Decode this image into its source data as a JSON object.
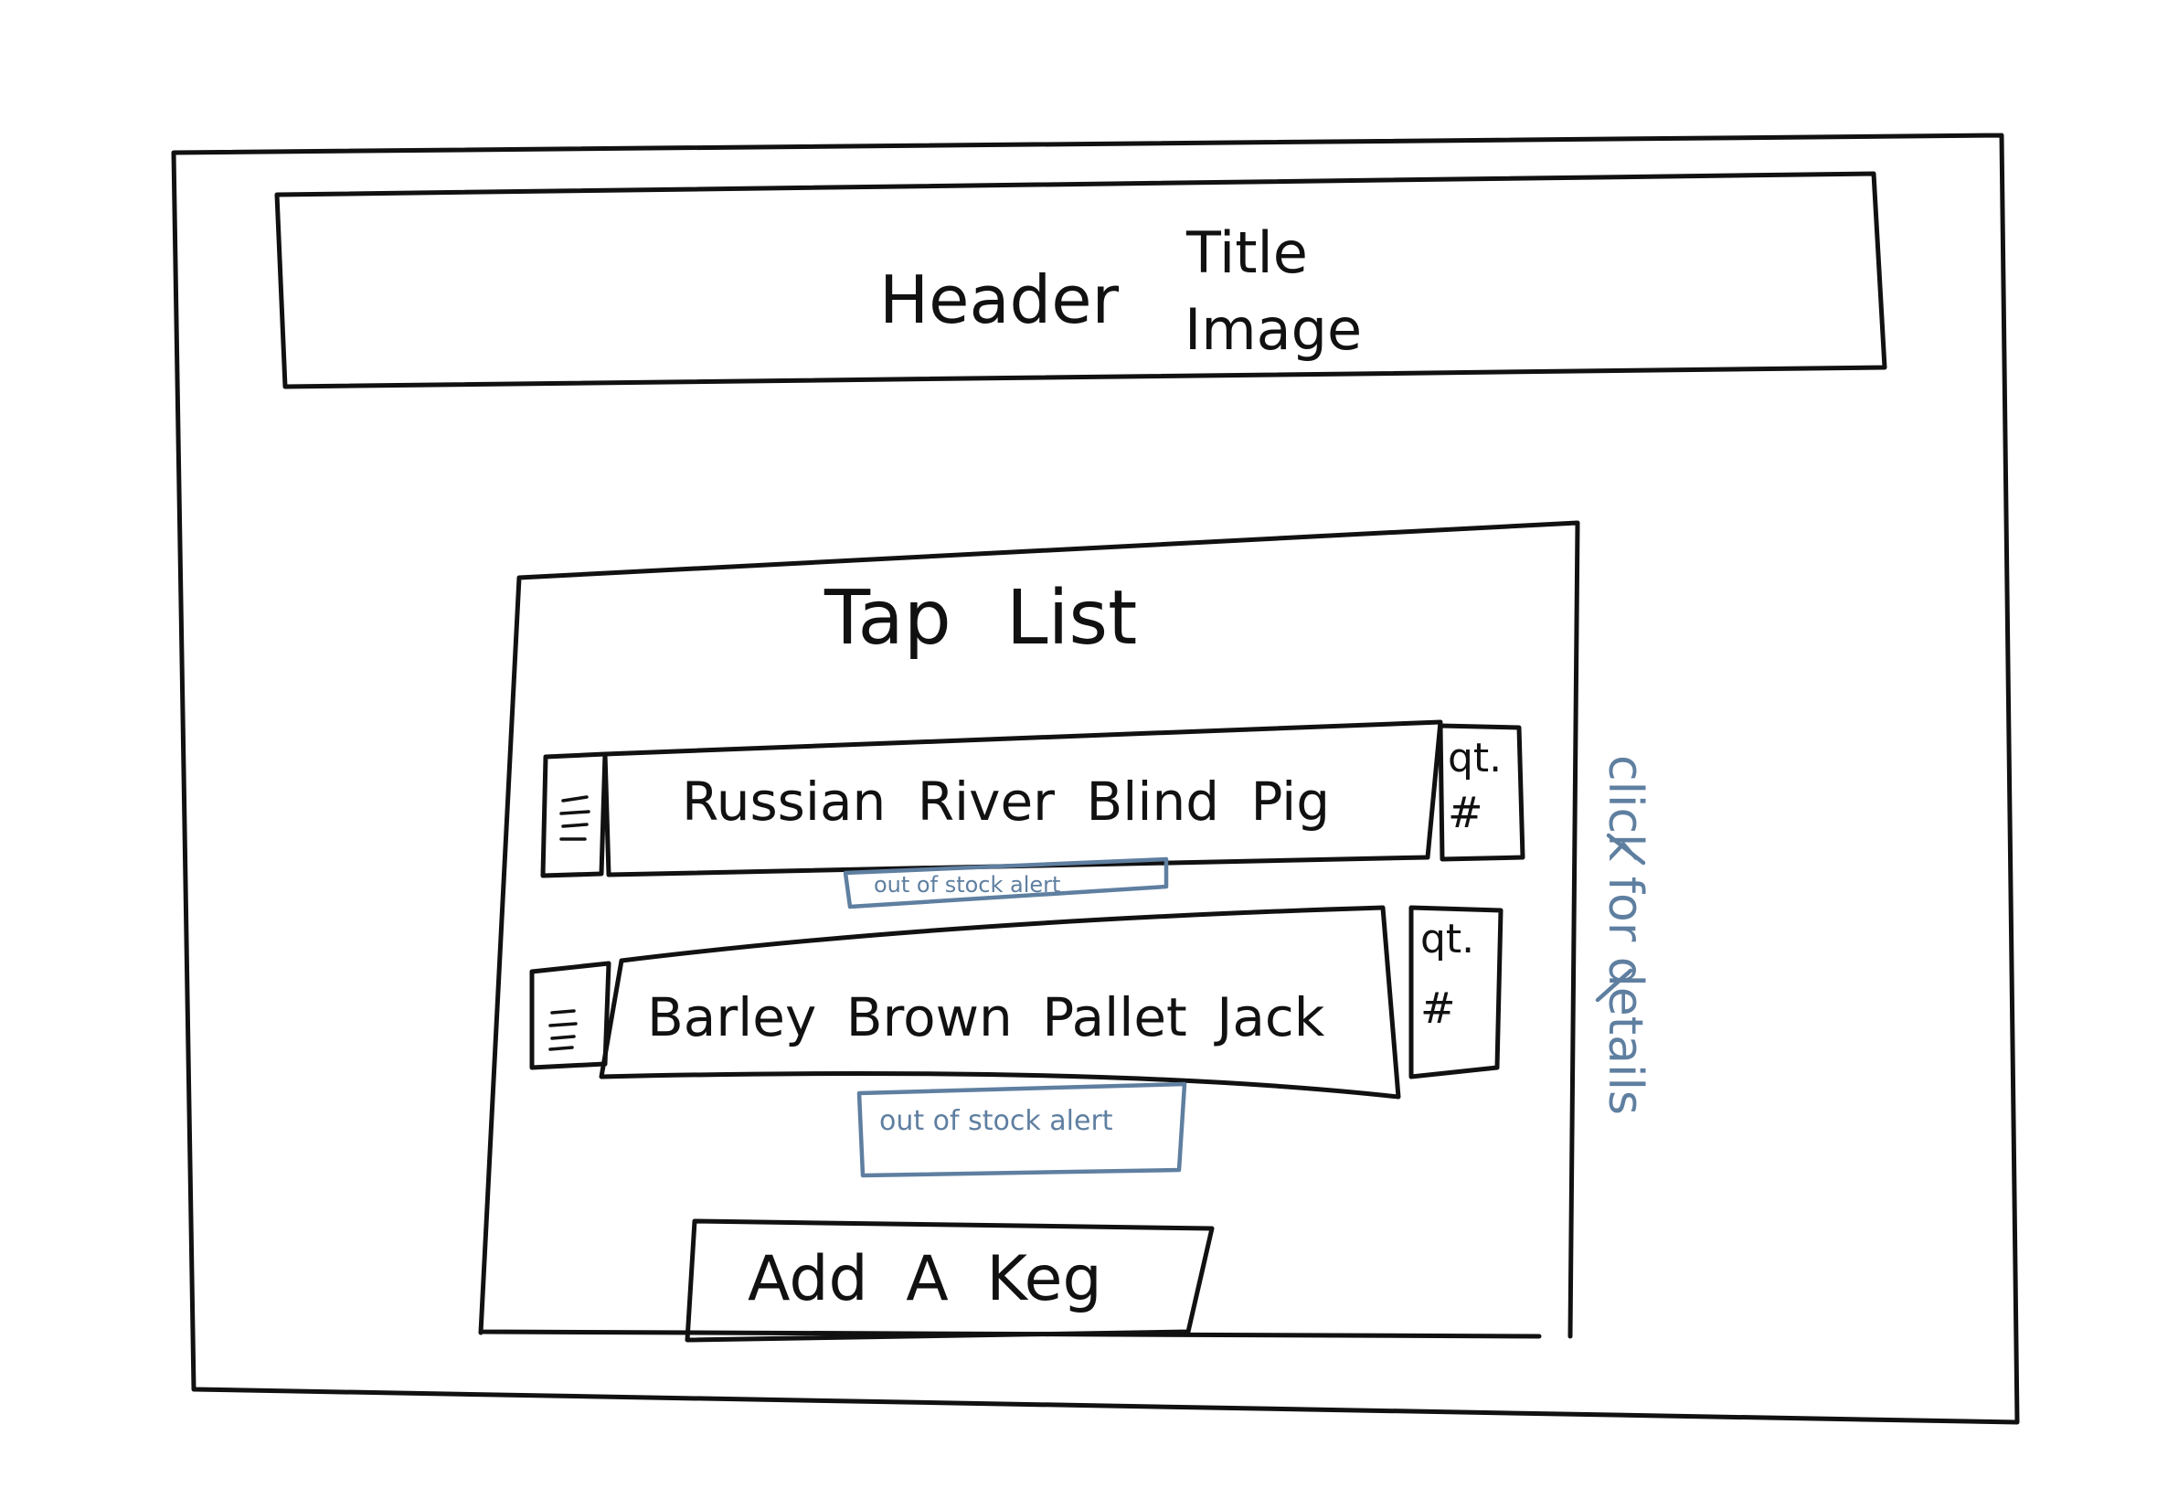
{
  "header": {
    "label_line1": "Header",
    "label_title": "Title",
    "label_image": "Image"
  },
  "tap_list": {
    "title": "Tap List",
    "kegs": [
      {
        "name": "Russian River Blind Pig",
        "qty_label": "qt.",
        "qty_value": "#",
        "alert": "out of stock alert"
      },
      {
        "name": "Barley Brown Pallet Jack",
        "qty_label": "qt.",
        "qty_value": "#",
        "alert": "out of stock alert"
      }
    ],
    "add_button": "Add A Keg"
  },
  "annotation": "click for details",
  "colors": {
    "ink": "#111111",
    "note_blue": "#5f7fa0"
  }
}
